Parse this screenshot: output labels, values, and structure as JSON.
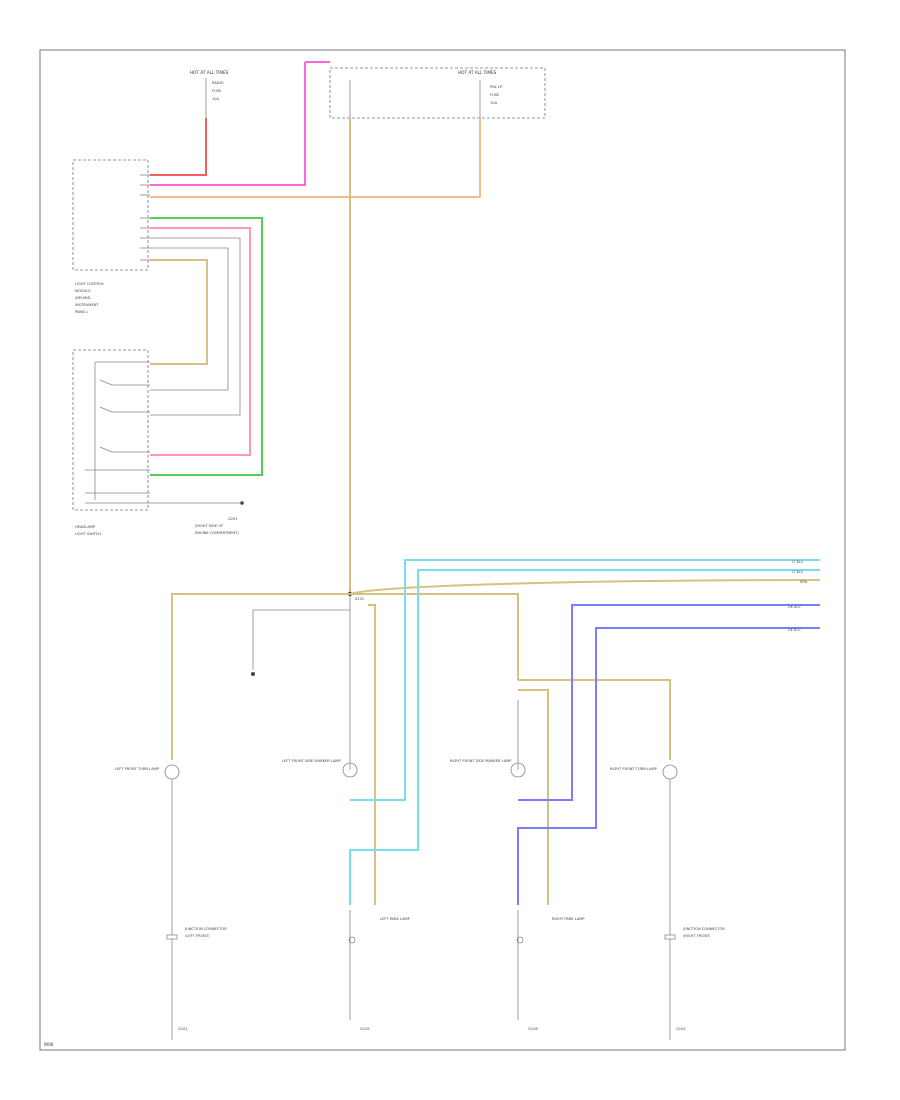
{
  "footer": {
    "code": "W06"
  },
  "colors": {
    "red": "#f06060",
    "pink": "#ff66dd",
    "peach": "#f8b890",
    "green": "#55cc55",
    "rose": "#ff9aaa",
    "tan": "#d8c080",
    "cyan": "#77e0ee",
    "blue": "#7c7cff",
    "gray": "#888888"
  },
  "fuse_block_left": {
    "title": "HOT AT ALL TIMES",
    "lines": [
      "RADIO",
      "FUSE",
      "10A"
    ]
  },
  "fuse_block_right": {
    "title": "HOT AT ALL TIMES",
    "lines": [
      "PNL LP",
      "FUSE",
      "10A"
    ]
  },
  "control_module": {
    "lines": [
      "LIGHT CONTROL",
      "MODULE",
      "(BEHIND",
      "INSTRUMENT",
      "PANEL)"
    ]
  },
  "headlamp_switch": {
    "lines": [
      "HEADLAMP",
      "LIGHT SWITCH"
    ]
  },
  "ground_note": {
    "lines": [
      "G201",
      "(RIGHT SIDE OF",
      "ENGINE COMPARTMENT)"
    ]
  },
  "splice": {
    "label": "S201"
  },
  "lamps": [
    {
      "name": "LEFT FRONT TURN LAMP"
    },
    {
      "name": "LEFT FRONT SIDE MARKER LAMP"
    },
    {
      "name": "RIGHT FRONT SIDE MARKER LAMP"
    },
    {
      "name": "RIGHT FRONT TURN LAMP"
    }
  ],
  "connectors": [
    {
      "lines": [
        "JUNCTION CONNECTOR",
        "(LEFT FRONT)"
      ]
    },
    {
      "lines": [
        "LEFT PARK LAMP"
      ]
    },
    {
      "lines": [
        "RIGHT PARK LAMP"
      ]
    },
    {
      "lines": [
        "JUNCTION CONNECTOR",
        "(RIGHT FRONT)"
      ]
    }
  ],
  "grounds": [
    {
      "label": "G101"
    },
    {
      "label": "G105"
    },
    {
      "label": "G106"
    },
    {
      "label": "G102"
    }
  ],
  "off_page": [
    {
      "label": "LT BLU"
    },
    {
      "label": "LT BLU"
    },
    {
      "label": "BRN"
    },
    {
      "label": "DK BLU"
    },
    {
      "label": "DK BLU"
    }
  ]
}
